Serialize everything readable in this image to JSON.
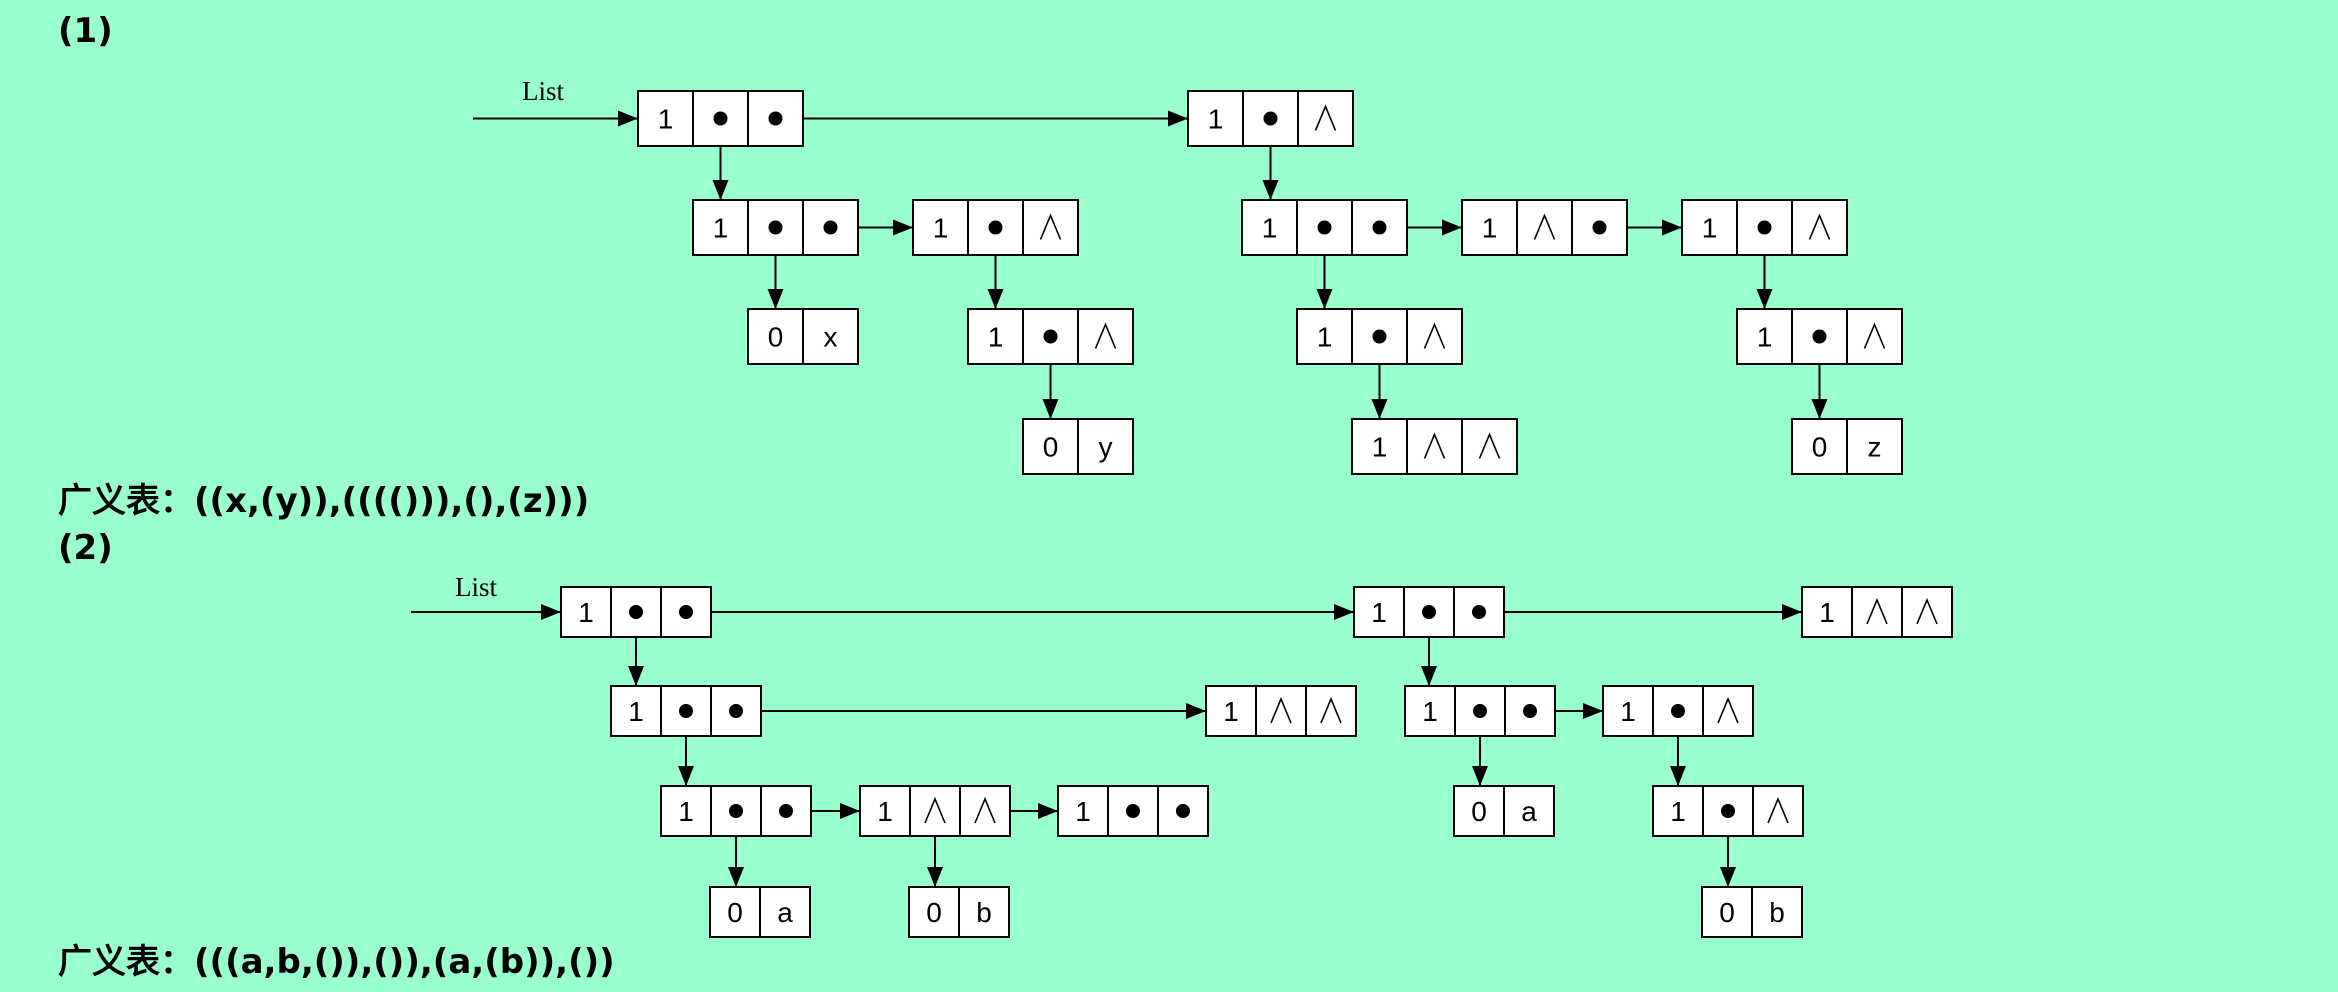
{
  "part1": {
    "heading": "(1)",
    "list_label": "List",
    "caption": "广义表：((x,(y)),(((())),(),(z)))",
    "nodes": [
      {
        "id": "n1",
        "cells": [
          "1",
          "dot",
          "dot"
        ]
      },
      {
        "id": "n2",
        "cells": [
          "1",
          "dot",
          "nil"
        ]
      },
      {
        "id": "n3",
        "cells": [
          "1",
          "dot",
          "dot"
        ]
      },
      {
        "id": "n4",
        "cells": [
          "1",
          "dot",
          "nil"
        ]
      },
      {
        "id": "n5",
        "cells": [
          "0",
          "x"
        ]
      },
      {
        "id": "n6",
        "cells": [
          "1",
          "dot",
          "nil"
        ]
      },
      {
        "id": "n7",
        "cells": [
          "0",
          "y"
        ]
      },
      {
        "id": "n8",
        "cells": [
          "1",
          "dot",
          "dot"
        ]
      },
      {
        "id": "n9",
        "cells": [
          "1",
          "nil",
          "dot"
        ]
      },
      {
        "id": "n10",
        "cells": [
          "1",
          "dot",
          "nil"
        ]
      },
      {
        "id": "n11",
        "cells": [
          "1",
          "dot",
          "nil"
        ]
      },
      {
        "id": "n12",
        "cells": [
          "1",
          "nil",
          "nil"
        ]
      },
      {
        "id": "n13",
        "cells": [
          "1",
          "dot",
          "nil"
        ]
      },
      {
        "id": "n14",
        "cells": [
          "0",
          "z"
        ]
      }
    ]
  },
  "part2": {
    "heading": "(2)",
    "list_label": "List",
    "caption": "广义表：(((a,b,()),()),(a,(b)),())",
    "nodes": [
      {
        "id": "m1",
        "cells": [
          "1",
          "dot",
          "dot"
        ]
      },
      {
        "id": "m2",
        "cells": [
          "1",
          "dot",
          "dot"
        ]
      },
      {
        "id": "m3",
        "cells": [
          "1",
          "nil",
          "nil"
        ]
      },
      {
        "id": "m4",
        "cells": [
          "1",
          "dot",
          "dot"
        ]
      },
      {
        "id": "m5",
        "cells": [
          "1",
          "nil",
          "nil"
        ]
      },
      {
        "id": "m6",
        "cells": [
          "1",
          "dot",
          "dot"
        ]
      },
      {
        "id": "m7",
        "cells": [
          "1",
          "dot",
          "dot"
        ]
      },
      {
        "id": "m8",
        "cells": [
          "1",
          "nil",
          "nil"
        ]
      },
      {
        "id": "m9",
        "cells": [
          "0",
          "a"
        ]
      },
      {
        "id": "m10",
        "cells": [
          "0",
          "b"
        ]
      },
      {
        "id": "m11",
        "cells": [
          "1",
          "dot",
          "dot"
        ]
      },
      {
        "id": "m12",
        "cells": [
          "1",
          "dot",
          "nil"
        ]
      },
      {
        "id": "m13",
        "cells": [
          "0",
          "a"
        ]
      },
      {
        "id": "m14",
        "cells": [
          "1",
          "dot",
          "nil"
        ]
      },
      {
        "id": "m15",
        "cells": [
          "0",
          "b"
        ]
      }
    ]
  },
  "colors": {
    "background": "#99ffcc",
    "cell_fill": "#ffffff",
    "stroke": "#000000"
  }
}
